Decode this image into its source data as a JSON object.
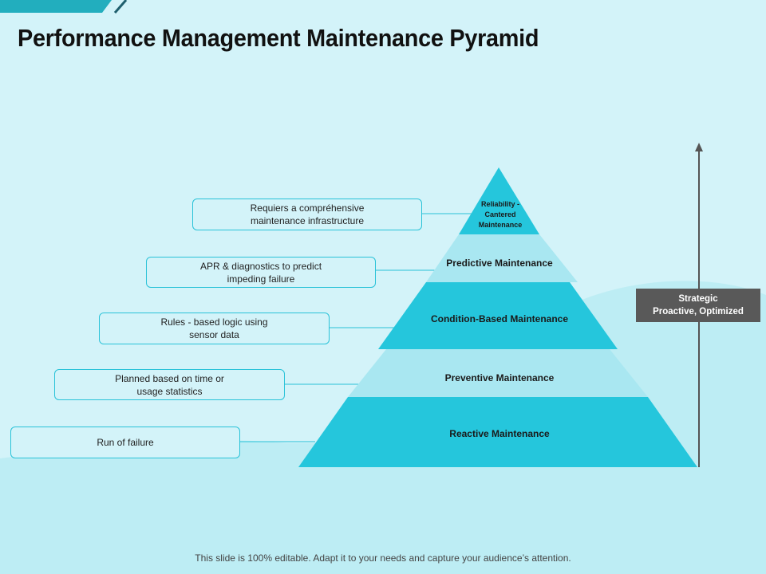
{
  "title": "Performance Management Maintenance Pyramid",
  "levels": [
    {
      "label": "Reliability -\nCantered\nMaintenance",
      "note": "Requiers a compréhensive\nmaintenance infrastructure"
    },
    {
      "label": "Predictive Maintenance",
      "note": "APR & diagnostics to predict\nimpeding failure"
    },
    {
      "label": "Condition-Based Maintenance",
      "note": "Rules - based logic using\nsensor data"
    },
    {
      "label": "Preventive Maintenance",
      "note": "Planned based on time or\nusage statistics"
    },
    {
      "label": "Reactive Maintenance",
      "note": "Run of failure"
    }
  ],
  "strategic_label": "Strategic\nProactive, Optimized",
  "footer": "This slide is 100% editable. Adapt it to your needs and capture your audience’s attention.",
  "colors": {
    "background": "#d3f3f9",
    "dark_band": "#25c6dc",
    "light_band": "#a9e7f1",
    "outline": "#29c2d8",
    "arrow": "#555555",
    "strategic_box": "#595959"
  }
}
